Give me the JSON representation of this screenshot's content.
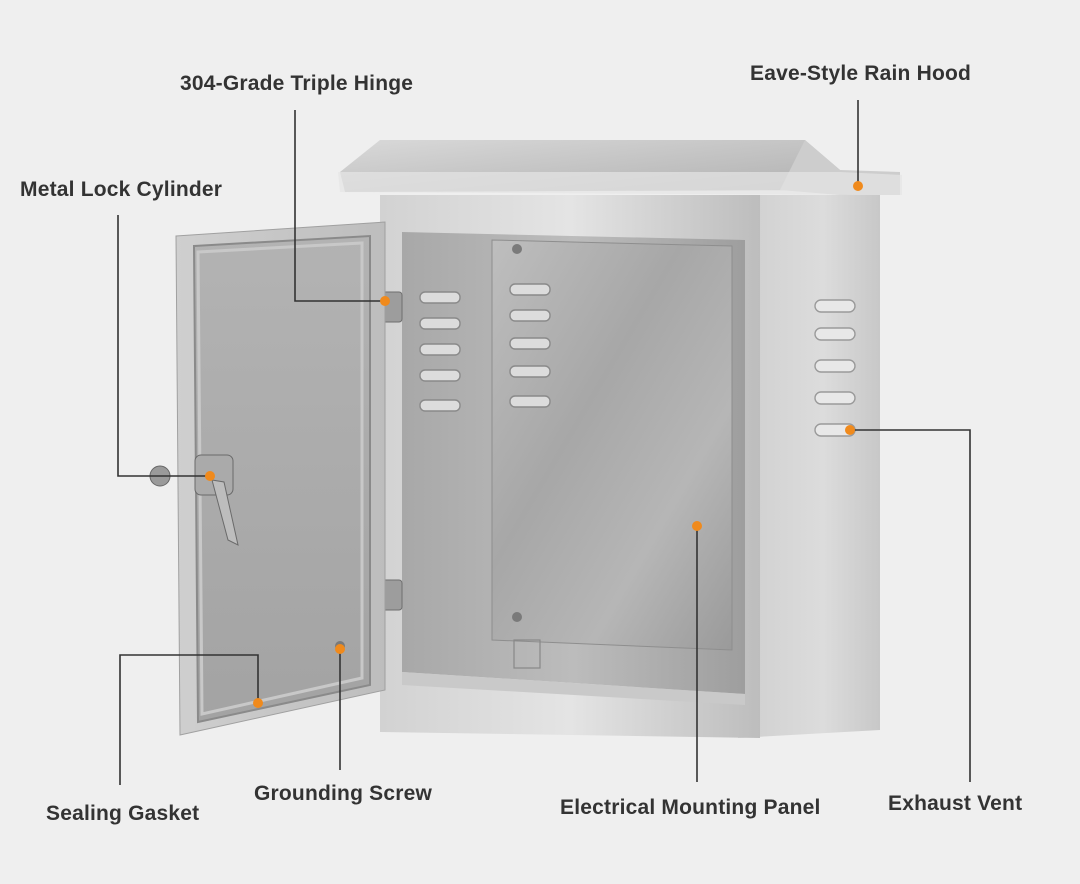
{
  "colors": {
    "background": "#efefef",
    "leader_line": "#333333",
    "marker": "#f08a1c",
    "label_text": "#333333"
  },
  "callouts": [
    {
      "id": "hinge",
      "text": "304-Grade Triple Hinge"
    },
    {
      "id": "rain-hood",
      "text": "Eave-Style Rain Hood"
    },
    {
      "id": "lock",
      "text": "Metal Lock Cylinder"
    },
    {
      "id": "gasket",
      "text": "Sealing Gasket"
    },
    {
      "id": "grounding",
      "text": "Grounding Screw"
    },
    {
      "id": "mounting-panel",
      "text": "Electrical Mounting Panel"
    },
    {
      "id": "vent",
      "text": "Exhaust Vent"
    }
  ]
}
